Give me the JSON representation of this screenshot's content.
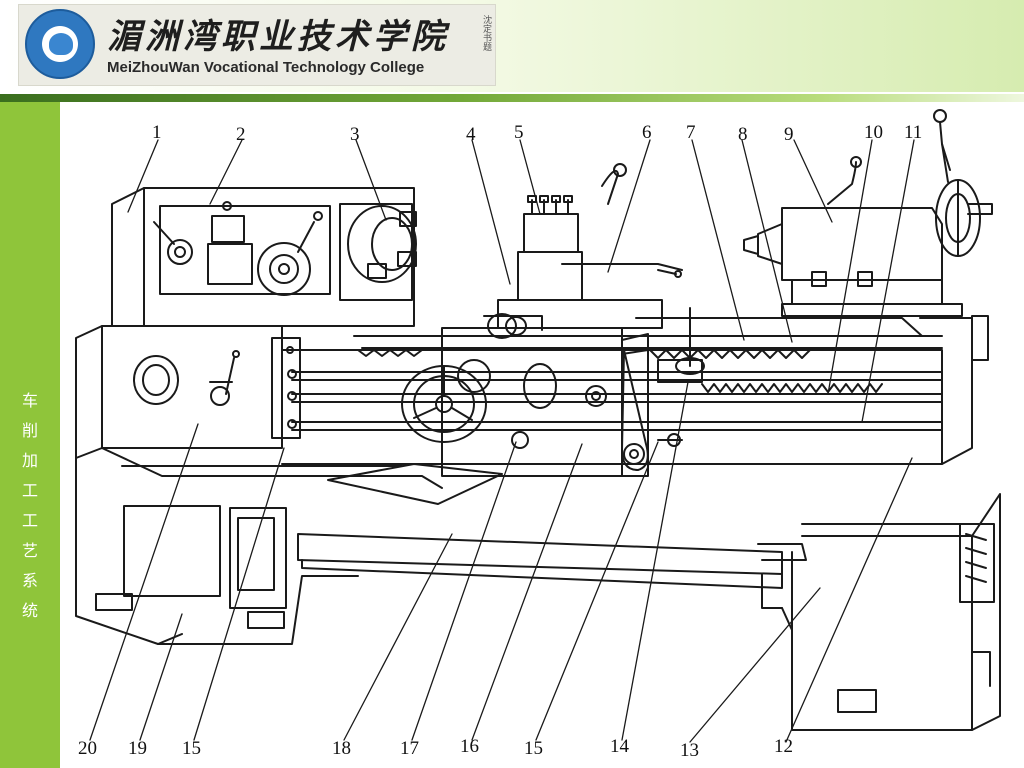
{
  "header": {
    "college_name_cn": "湄洲湾职业技术学院",
    "college_name_en": "MeiZhouWan Vocational Technology College",
    "seal_text": "沈定书题"
  },
  "sidebar": {
    "title": "车削加工工艺系统"
  },
  "diagram": {
    "callouts": [
      {
        "id": "label-1",
        "text": "1"
      },
      {
        "id": "label-2",
        "text": "2"
      },
      {
        "id": "label-3",
        "text": "3"
      },
      {
        "id": "label-4",
        "text": "4"
      },
      {
        "id": "label-5",
        "text": "5"
      },
      {
        "id": "label-6",
        "text": "6"
      },
      {
        "id": "label-7",
        "text": "7"
      },
      {
        "id": "label-8",
        "text": "8"
      },
      {
        "id": "label-9",
        "text": "9"
      },
      {
        "id": "label-10",
        "text": "10"
      },
      {
        "id": "label-11",
        "text": "11"
      },
      {
        "id": "label-20",
        "text": "20"
      },
      {
        "id": "label-19",
        "text": "19"
      },
      {
        "id": "label-15a",
        "text": "15"
      },
      {
        "id": "label-18",
        "text": "18"
      },
      {
        "id": "label-17",
        "text": "17"
      },
      {
        "id": "label-16",
        "text": "16"
      },
      {
        "id": "label-15b",
        "text": "15"
      },
      {
        "id": "label-14",
        "text": "14"
      },
      {
        "id": "label-13",
        "text": "13"
      },
      {
        "id": "label-12",
        "text": "12"
      }
    ]
  }
}
